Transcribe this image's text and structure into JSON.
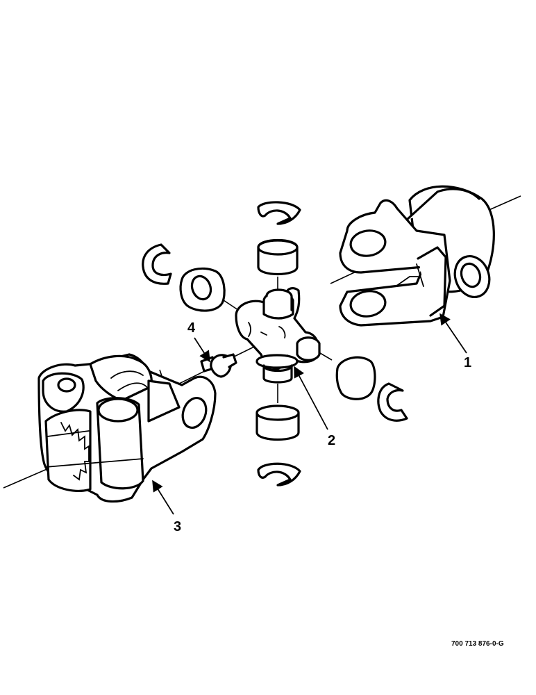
{
  "callouts": {
    "part_1": "1",
    "part_2": "2",
    "part_3": "3",
    "part_4": "4"
  },
  "drawing_number": "700 713 876-0-G"
}
